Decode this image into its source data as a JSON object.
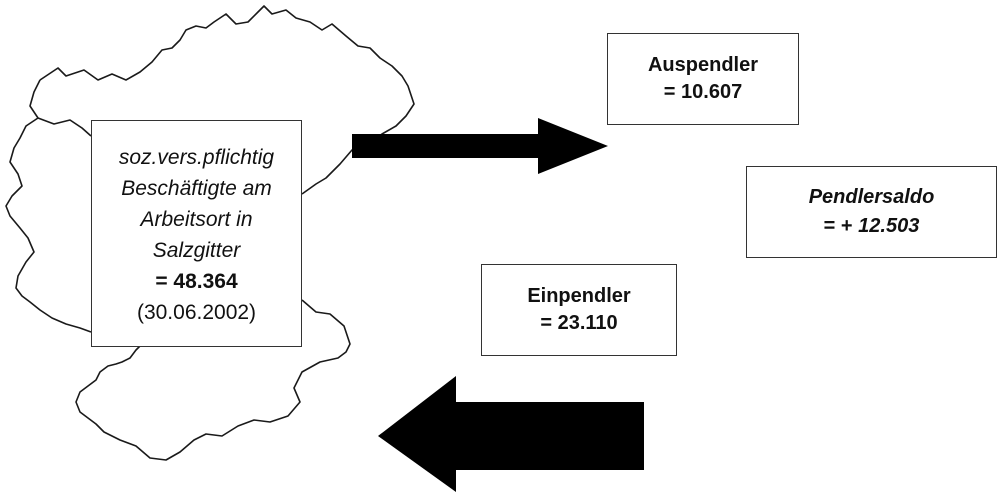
{
  "region": {
    "icon": "salzgitter-boundary-map"
  },
  "workforce": {
    "line1": "soz.vers.pflichtig",
    "line2": "Beschäftigte am",
    "line3": "Arbeitsort in",
    "line4": "Salzgitter",
    "value": "= 48.364",
    "date": "(30.06.2002)"
  },
  "outbound": {
    "label": "Auspendler",
    "value": "= 10.607",
    "arrow_direction": "right"
  },
  "inbound": {
    "label": "Einpendler",
    "value": "= 23.110",
    "arrow_direction": "left"
  },
  "balance": {
    "label": "Pendlersaldo",
    "value_prefix": "= + ",
    "value": "12.503"
  }
}
